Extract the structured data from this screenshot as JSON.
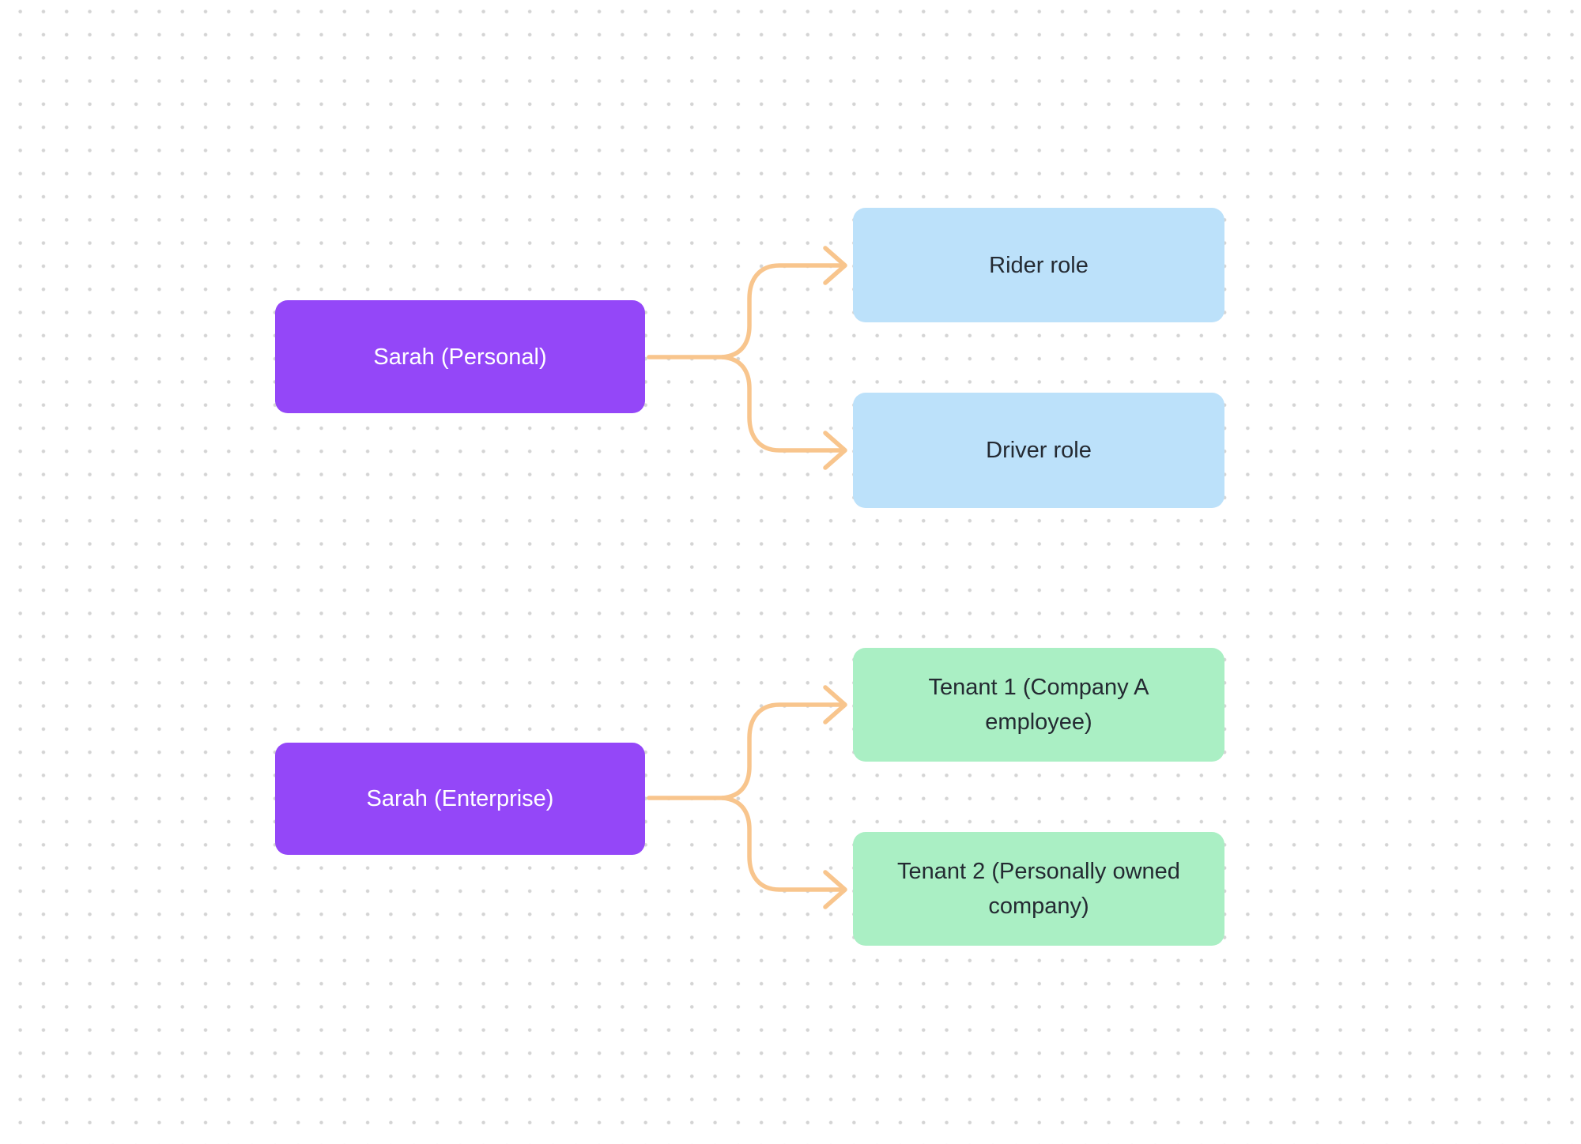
{
  "colors": {
    "background": "#ffffff",
    "dot": "#d4d4d4",
    "purple": "#9447f8",
    "blue": "#bce1fa",
    "green": "#aaefc4",
    "connector": "#f8c58d",
    "text_dark": "#242a32",
    "text_light": "#ffffff"
  },
  "nodes": [
    {
      "id": "sarah-personal",
      "label": "Sarah (Personal)",
      "fill": "purple"
    },
    {
      "id": "rider-role",
      "label": "Rider role",
      "fill": "blue"
    },
    {
      "id": "driver-role",
      "label": "Driver role",
      "fill": "blue"
    },
    {
      "id": "sarah-enterprise",
      "label": "Sarah (Enterprise)",
      "fill": "purple"
    },
    {
      "id": "tenant-1",
      "label": "Tenant 1 (Company A employee)",
      "fill": "green"
    },
    {
      "id": "tenant-2",
      "label": "Tenant 2 (Personally owned company)",
      "fill": "green"
    }
  ],
  "connections": [
    {
      "from": "sarah-personal",
      "to": "rider-role"
    },
    {
      "from": "sarah-personal",
      "to": "driver-role"
    },
    {
      "from": "sarah-enterprise",
      "to": "tenant-1"
    },
    {
      "from": "sarah-enterprise",
      "to": "tenant-2"
    }
  ]
}
